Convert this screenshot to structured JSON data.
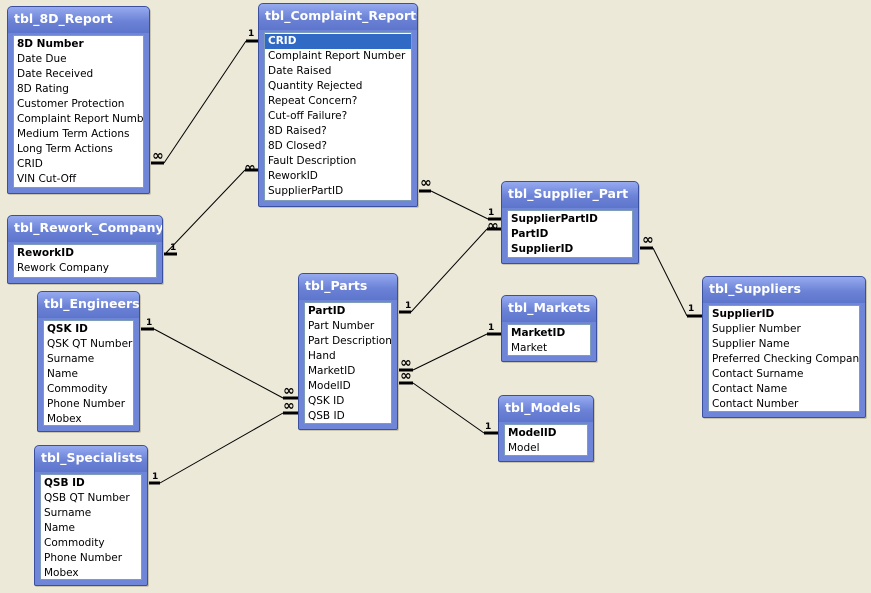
{
  "tables": {
    "report8d": {
      "title": "tbl_8D_Report",
      "fields": [
        {
          "name": "8D Number",
          "key": true
        },
        {
          "name": "Date Due"
        },
        {
          "name": "Date Received"
        },
        {
          "name": "8D Rating"
        },
        {
          "name": "Customer Protection"
        },
        {
          "name": "Complaint Report Number"
        },
        {
          "name": "Medium Term Actions"
        },
        {
          "name": "Long Term Actions"
        },
        {
          "name": "CRID"
        },
        {
          "name": "VIN Cut-Off"
        }
      ]
    },
    "complaint": {
      "title": "tbl_Complaint_Reports",
      "fields": [
        {
          "name": "CRID",
          "key": true,
          "selected": true
        },
        {
          "name": "Complaint Report Number"
        },
        {
          "name": "Date Raised"
        },
        {
          "name": "Quantity Rejected"
        },
        {
          "name": "Repeat Concern?"
        },
        {
          "name": "Cut-off Failure?"
        },
        {
          "name": "8D Raised?"
        },
        {
          "name": "8D Closed?"
        },
        {
          "name": "Fault Description"
        },
        {
          "name": "ReworkID"
        },
        {
          "name": "SupplierPartID"
        }
      ]
    },
    "rework": {
      "title": "tbl_Rework_Company",
      "fields": [
        {
          "name": "ReworkID",
          "key": true
        },
        {
          "name": "Rework Company"
        }
      ]
    },
    "engineers": {
      "title": "tbl_Engineers",
      "fields": [
        {
          "name": "QSK ID",
          "key": true
        },
        {
          "name": "QSK QT Number"
        },
        {
          "name": "Surname"
        },
        {
          "name": "Name"
        },
        {
          "name": "Commodity"
        },
        {
          "name": "Phone Number"
        },
        {
          "name": "Mobex"
        }
      ]
    },
    "specialists": {
      "title": "tbl_Specialists",
      "fields": [
        {
          "name": "QSB ID",
          "key": true
        },
        {
          "name": "QSB QT Number"
        },
        {
          "name": "Surname"
        },
        {
          "name": "Name"
        },
        {
          "name": "Commodity"
        },
        {
          "name": "Phone Number"
        },
        {
          "name": "Mobex"
        }
      ]
    },
    "parts": {
      "title": "tbl_Parts",
      "fields": [
        {
          "name": "PartID",
          "key": true
        },
        {
          "name": "Part Number"
        },
        {
          "name": "Part Description"
        },
        {
          "name": "Hand"
        },
        {
          "name": "MarketID"
        },
        {
          "name": "ModelID"
        },
        {
          "name": "QSK ID"
        },
        {
          "name": "QSB ID"
        }
      ]
    },
    "supplierpart": {
      "title": "tbl_Supplier_Part",
      "fields": [
        {
          "name": "SupplierPartID",
          "key": true
        },
        {
          "name": "PartID",
          "key": true
        },
        {
          "name": "SupplierID",
          "key": true
        }
      ]
    },
    "markets": {
      "title": "tbl_Markets",
      "fields": [
        {
          "name": "MarketID",
          "key": true
        },
        {
          "name": "Market"
        }
      ]
    },
    "models": {
      "title": "tbl_Models",
      "fields": [
        {
          "name": "ModelID",
          "key": true
        },
        {
          "name": "Model"
        }
      ]
    },
    "suppliers": {
      "title": "tbl_Suppliers",
      "fields": [
        {
          "name": "SupplierID",
          "key": true
        },
        {
          "name": "Supplier Number"
        },
        {
          "name": "Supplier Name"
        },
        {
          "name": "Preferred Checking Company"
        },
        {
          "name": "Contact Surname"
        },
        {
          "name": "Contact Name"
        },
        {
          "name": "Contact Number"
        }
      ]
    }
  },
  "relationships": [
    {
      "one_table": "tbl_Complaint_Reports",
      "one_field": "CRID",
      "many_table": "tbl_8D_Report",
      "many_field": "CRID",
      "one_label": "1",
      "many_label": "∞"
    },
    {
      "one_table": "tbl_Rework_Company",
      "one_field": "ReworkID",
      "many_table": "tbl_Complaint_Reports",
      "many_field": "ReworkID",
      "one_label": "1",
      "many_label": "∞"
    },
    {
      "one_table": "tbl_Supplier_Part",
      "one_field": "SupplierPartID",
      "many_table": "tbl_Complaint_Reports",
      "many_field": "SupplierPartID",
      "one_label": "1",
      "many_label": "∞"
    },
    {
      "one_table": "tbl_Parts",
      "one_field": "PartID",
      "many_table": "tbl_Supplier_Part",
      "many_field": "PartID",
      "one_label": "1",
      "many_label": "∞"
    },
    {
      "one_table": "tbl_Suppliers",
      "one_field": "SupplierID",
      "many_table": "tbl_Supplier_Part",
      "many_field": "SupplierID",
      "one_label": "1",
      "many_label": "∞"
    },
    {
      "one_table": "tbl_Engineers",
      "one_field": "QSK ID",
      "many_table": "tbl_Parts",
      "many_field": "QSK ID",
      "one_label": "1",
      "many_label": "∞"
    },
    {
      "one_table": "tbl_Specialists",
      "one_field": "QSB ID",
      "many_table": "tbl_Parts",
      "many_field": "QSB ID",
      "one_label": "1",
      "many_label": "∞"
    },
    {
      "one_table": "tbl_Markets",
      "one_field": "MarketID",
      "many_table": "tbl_Parts",
      "many_field": "MarketID",
      "one_label": "1",
      "many_label": "∞"
    },
    {
      "one_table": "tbl_Models",
      "one_field": "ModelID",
      "many_table": "tbl_Parts",
      "many_field": "ModelID",
      "one_label": "1",
      "many_label": "∞"
    }
  ],
  "colors": {
    "background": "#ece9d8",
    "title_bar": "#6f86d8",
    "selection": "#316ac5",
    "line": "#000000"
  }
}
